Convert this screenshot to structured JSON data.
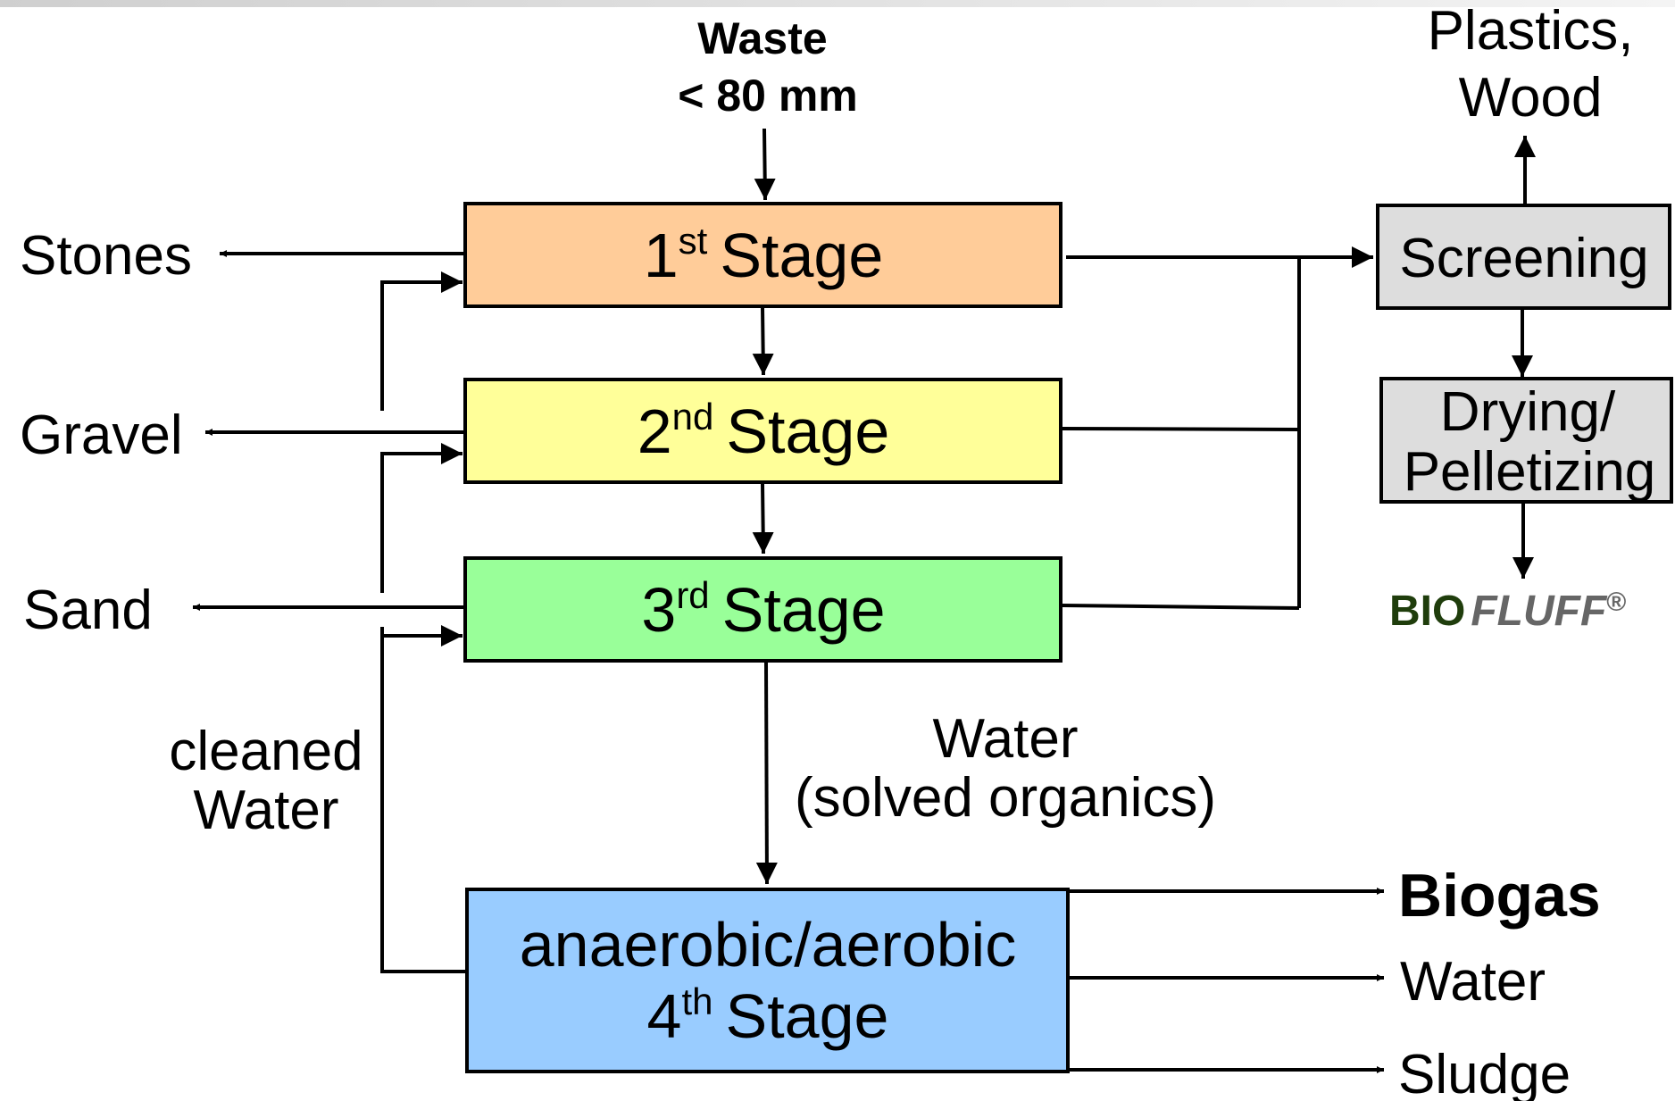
{
  "input": {
    "line1": "Waste",
    "line2": "< 80 mm"
  },
  "stages": [
    {
      "number": "1",
      "suffix": "st",
      "word": "Stage",
      "color": "#FFCC99"
    },
    {
      "number": "2",
      "suffix": "nd",
      "word": "Stage",
      "color": "#FFFF99"
    },
    {
      "number": "3",
      "suffix": "rd",
      "word": "Stage",
      "color": "#99FF99"
    },
    {
      "line1": "anaerobic/aerobic",
      "number": "4",
      "suffix": "th",
      "word": "Stage",
      "color": "#99CCFF"
    }
  ],
  "left_outputs": {
    "stones": "Stones",
    "gravel": "Gravel",
    "sand": "Sand"
  },
  "recycle": {
    "line1": "cleaned",
    "line2": "Water"
  },
  "mid_flow": {
    "line1": "Water",
    "line2": "(solved organics)"
  },
  "screening": {
    "label": "Screening",
    "color": "#DDDDDD"
  },
  "screening_output": {
    "line1": "Plastics,",
    "line2": "Wood"
  },
  "drying": {
    "line1": "Drying/",
    "line2": "Pelletizing",
    "color": "#DDDDDD"
  },
  "product": {
    "part1": "BIO",
    "part2": "FLUFF",
    "mark": "®",
    "color1": "#1F3D0C",
    "color2": "#666666"
  },
  "right_outputs": {
    "biogas": "Biogas",
    "water": "Water",
    "sludge": "Sludge"
  }
}
